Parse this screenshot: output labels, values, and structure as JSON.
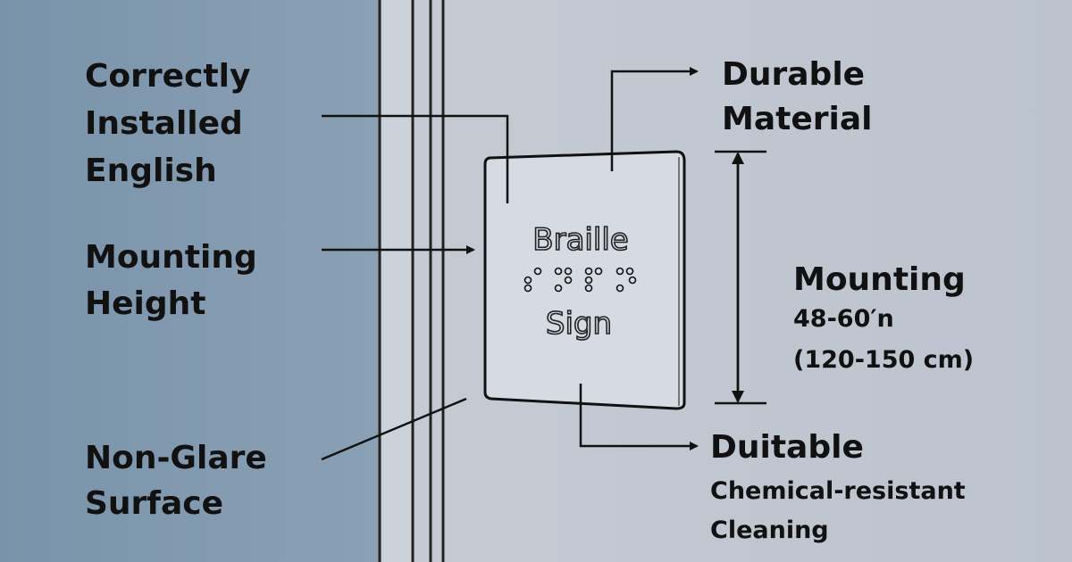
{
  "left_labels": {
    "installed": [
      "Correctly",
      "Installed",
      "English"
    ],
    "height": [
      "Mounting",
      "Height"
    ],
    "surface": [
      "Non-Glare",
      "Surface"
    ]
  },
  "sign": {
    "line1": "Braille",
    "line2": "Sign"
  },
  "right_labels": {
    "material": [
      "Durable",
      "Material"
    ],
    "mounting": {
      "title": "Mounting",
      "imperial": "48-60′n",
      "metric": "(120-150 cm)"
    },
    "cleaning": [
      "Duitable",
      "Chemical-resistant",
      "Cleaning"
    ]
  },
  "colors": {
    "wall_left": "#7f97ad",
    "wall_right": "#c0c6d0",
    "sign_face": "#d6dae2",
    "ink": "#111111"
  }
}
